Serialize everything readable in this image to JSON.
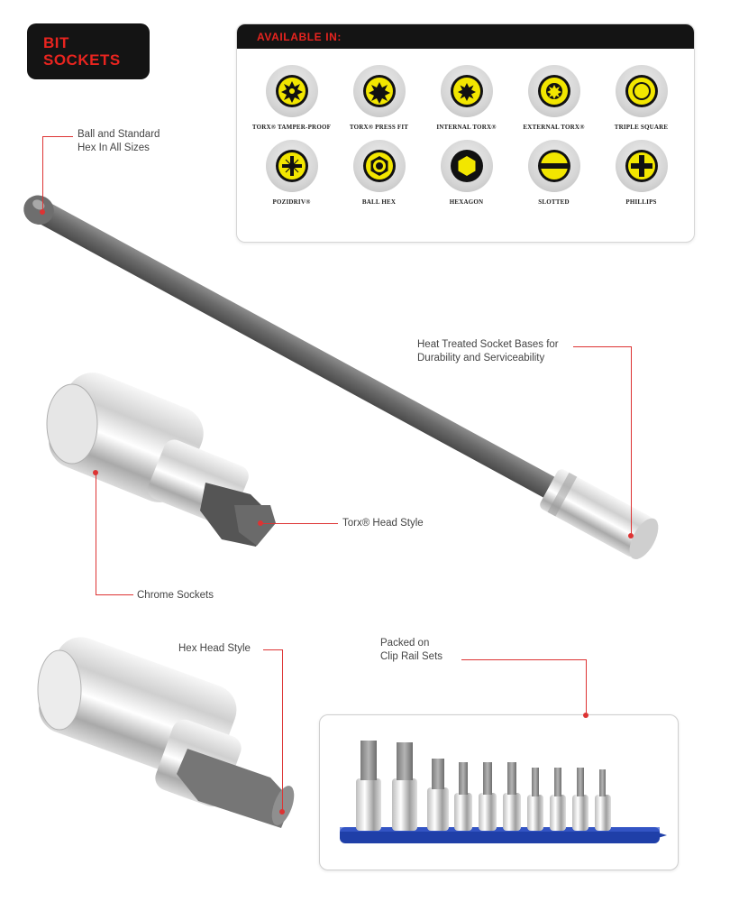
{
  "badge": {
    "line1": "BIT",
    "line2": "SOCKETS"
  },
  "available": {
    "title": "AVAILABLE IN:",
    "tips": [
      {
        "name": "Torx® Tamper-Proof",
        "icon": "torx-tamper-proof-icon"
      },
      {
        "name": "Torx® Press Fit",
        "icon": "torx-press-fit-icon"
      },
      {
        "name": "Internal Torx®",
        "icon": "internal-torx-icon"
      },
      {
        "name": "External Torx®",
        "icon": "external-torx-icon"
      },
      {
        "name": "Triple Square",
        "icon": "triple-square-icon"
      },
      {
        "name": "Pozidriv®",
        "icon": "pozidriv-icon"
      },
      {
        "name": "Ball Hex",
        "icon": "ball-hex-icon"
      },
      {
        "name": "Hexagon",
        "icon": "hexagon-icon"
      },
      {
        "name": "Slotted",
        "icon": "slotted-icon"
      },
      {
        "name": "Phillips",
        "icon": "phillips-icon"
      }
    ]
  },
  "callouts": {
    "ball_hex_line1": "Ball and Standard",
    "ball_hex_line2": "Hex In All Sizes",
    "heat_line1": "Heat Treated Socket Bases for",
    "heat_line2": "Durability and Serviceability",
    "torx_head": "Torx® Head Style",
    "chrome": "Chrome Sockets",
    "hex_head": "Hex Head Style",
    "packed_line1": "Packed on",
    "packed_line2": "Clip Rail Sets"
  },
  "colors": {
    "accent_red": "#e8241f",
    "dark": "#141414",
    "tip_yellow": "#f2e600",
    "rail_blue": "#1f3fa8"
  }
}
